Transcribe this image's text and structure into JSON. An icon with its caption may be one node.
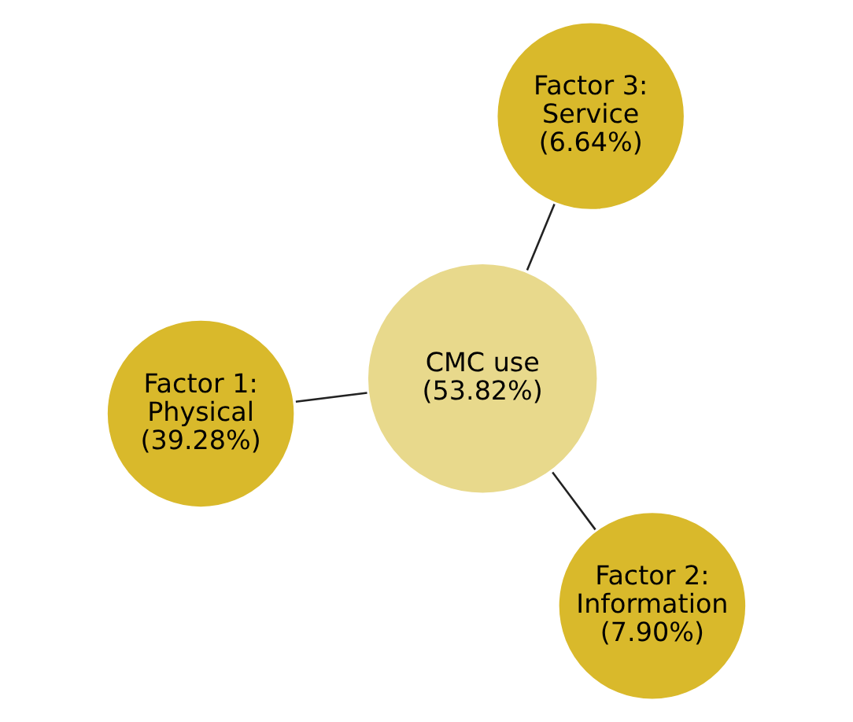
{
  "diagram": {
    "nodes": [
      {
        "text": [
          "Factor 1: Physical (39.28%)"
        ]
      },
      {
        "text": [
          "CMC use (53.82%)"
        ]
      },
      {
        "text": [
          "Factor 2: Information (7.90%)"
        ]
      },
      {
        "text": [
          "Factor 3: Service (6.64%)"
        ]
      }
    ],
    "edges": [
      {
        "from": 1,
        "to": 0,
        "arrow": "none"
      },
      {
        "from": 1,
        "to": 2,
        "arrow": "none"
      },
      {
        "from": 1,
        "to": 3,
        "arrow": "none"
      }
    ]
  }
}
